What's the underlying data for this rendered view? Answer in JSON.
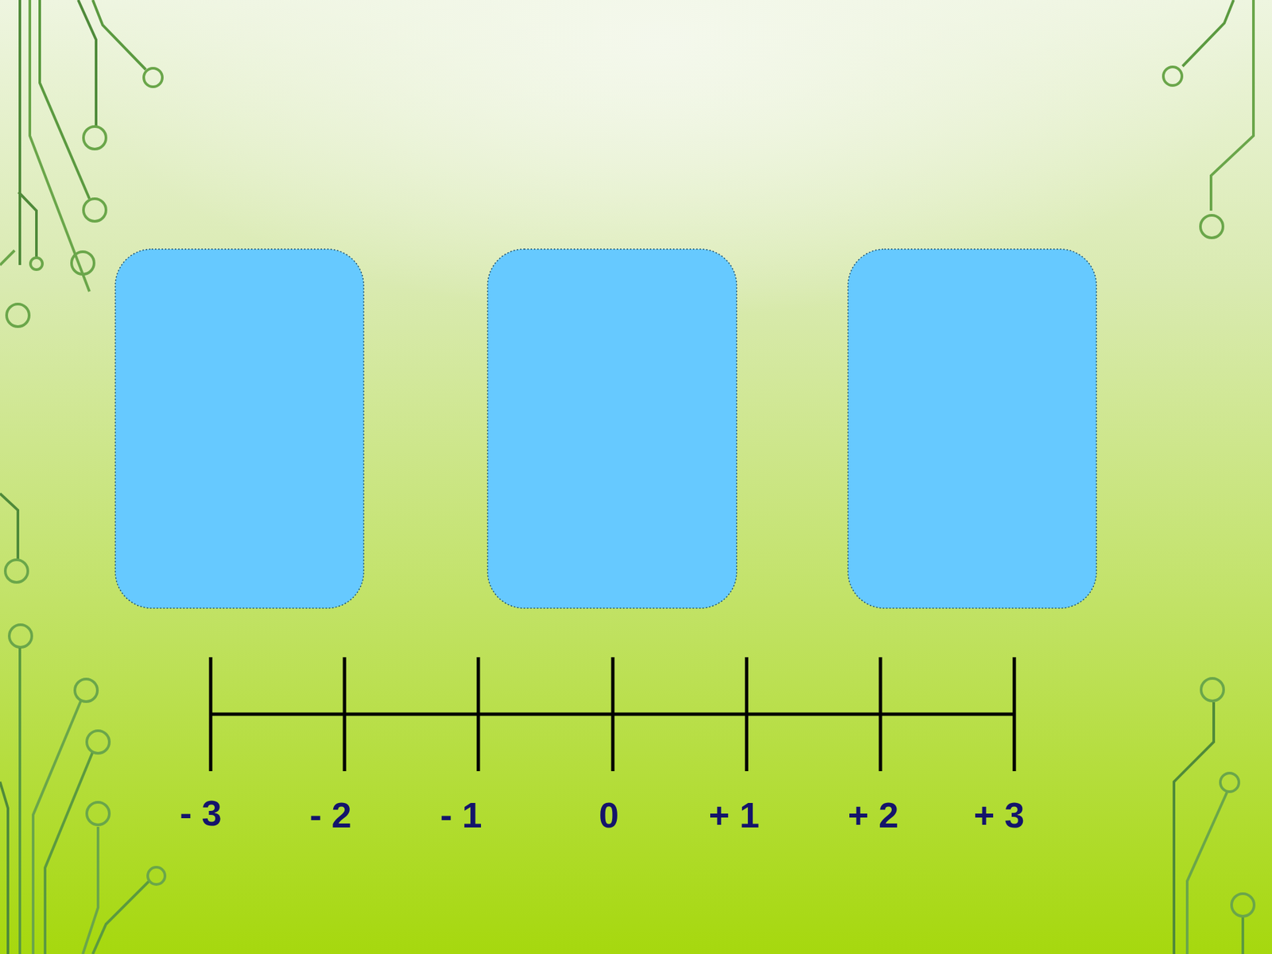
{
  "diagram": {
    "labels": [
      "- 3",
      "- 2",
      "- 1",
      "0",
      "+ 1",
      "+ 2",
      "+ 3"
    ]
  }
}
